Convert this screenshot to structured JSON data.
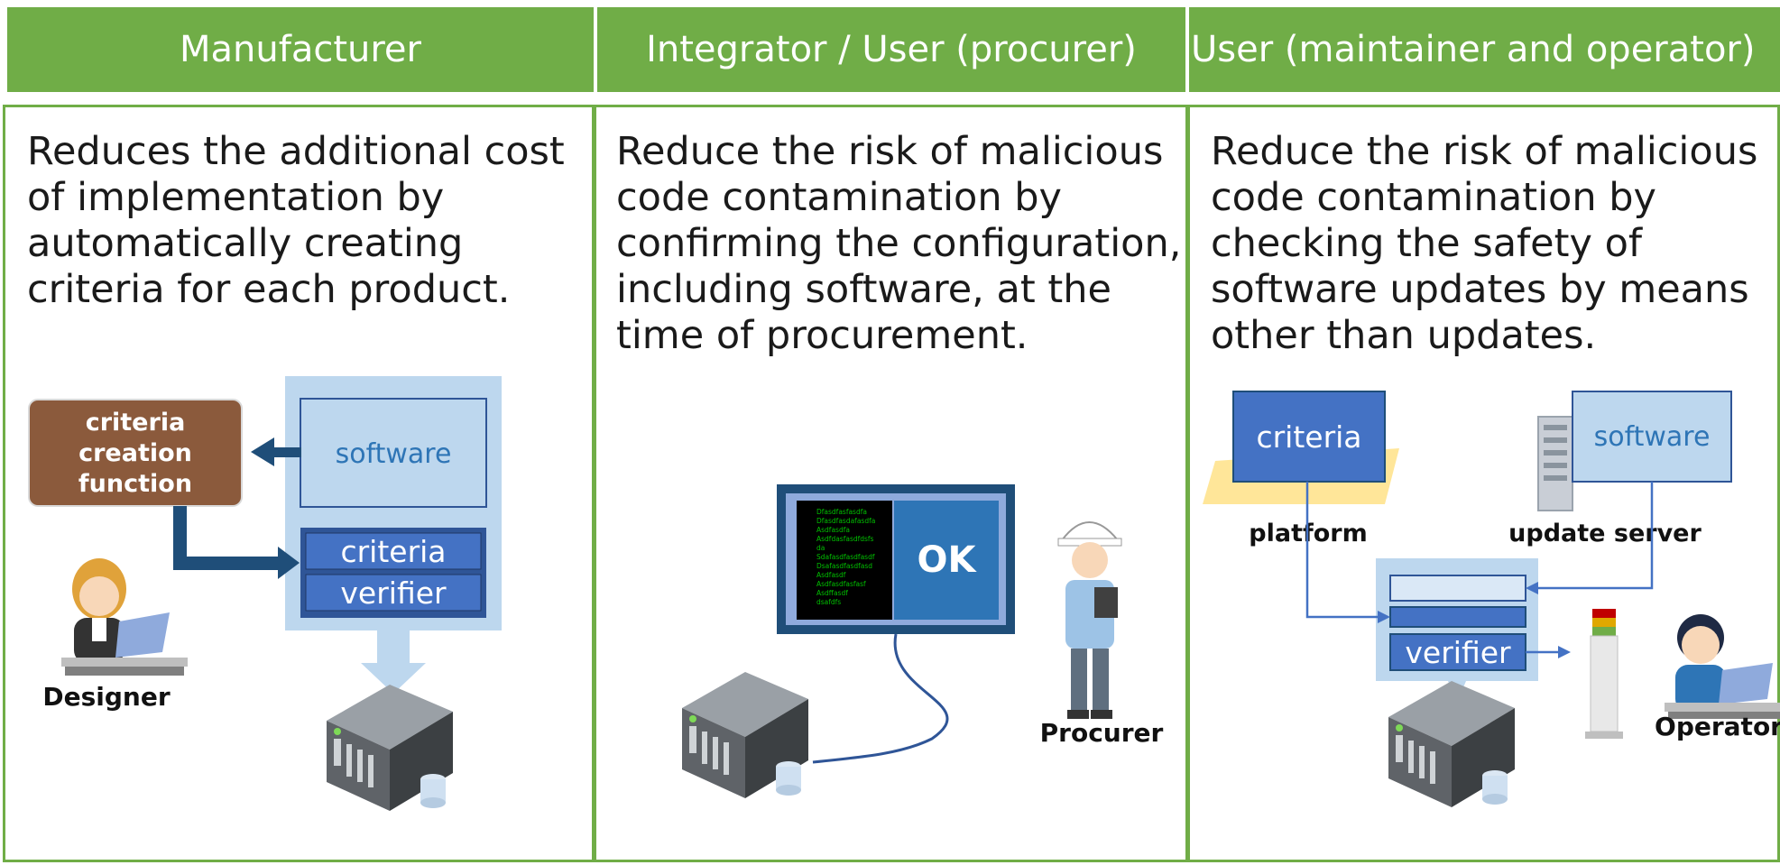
{
  "columns": [
    {
      "header": "Manufacturer",
      "lines": [
        "Reduces the additional cost",
        "of implementation by",
        "automatically creating",
        "criteria for each product."
      ],
      "diagram": {
        "function_box": [
          "criteria",
          "creation",
          "function"
        ],
        "software": "software",
        "criteria": "criteria",
        "verifier": "verifier",
        "person": "Designer"
      }
    },
    {
      "header": "Integrator / User (procurer)",
      "lines": [
        "Reduce the risk of malicious",
        "code contamination by",
        "confirming the configuration,",
        "including software, at the",
        "time of procurement."
      ],
      "diagram": {
        "screen_code": [
          "Dfasdfasfasdfa",
          "Dfasdfasdafasdfa",
          "Asdfasdfa",
          "Asdfdasfasdfdsfs",
          "da",
          "Sdafasdfasdfasdf",
          "Dsafasdfasdfasd",
          "Asdfasdf",
          "Asdfasdfasfasf",
          "Asdffasdf",
          "dsafdfs"
        ],
        "status": "OK",
        "person": "Procurer"
      }
    },
    {
      "header": "User (maintainer and operator)",
      "lines": [
        "Reduce the risk of malicious",
        "code contamination by",
        "checking the safety of",
        "software updates by means",
        "other than updates."
      ],
      "diagram": {
        "criteria": "criteria",
        "software": "software",
        "platform": "platform",
        "update_server": "update server",
        "verifier": "verifier",
        "person": "Operator"
      }
    }
  ],
  "colors": {
    "header_green": "#70ad47",
    "brown": "#8b5a3c",
    "light_blue": "#bdd7ee",
    "blue": "#4472c4",
    "navy": "#1f4e79",
    "screen_code_green": "#00c000"
  }
}
